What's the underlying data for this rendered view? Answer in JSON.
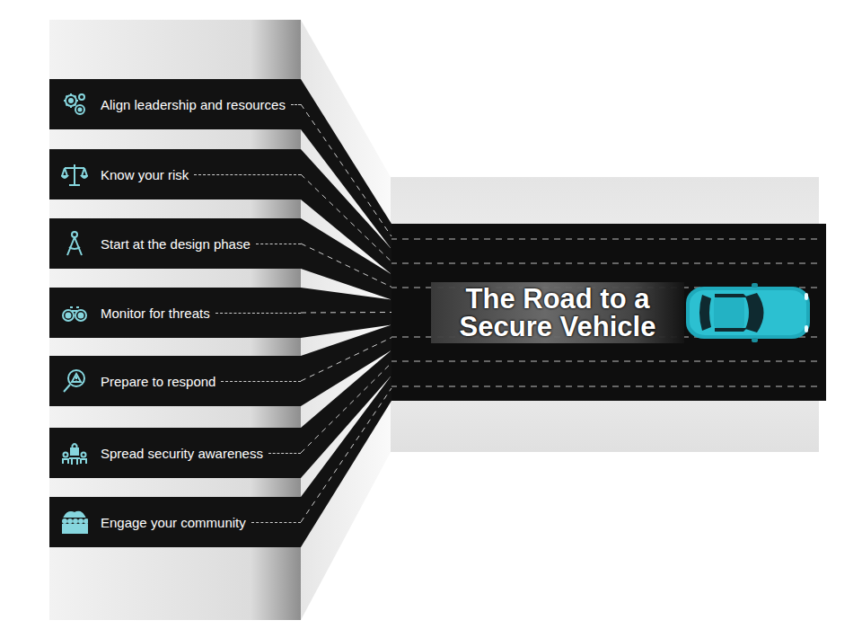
{
  "diagram": {
    "nodes": [
      {
        "text": [
          "Align leadership and resources"
        ]
      },
      {
        "text": [
          "Know your risk"
        ]
      },
      {
        "text": [
          "Start at the design phase"
        ]
      },
      {
        "text": [
          "Monitor for threats"
        ]
      },
      {
        "text": [
          "Prepare to respond"
        ]
      },
      {
        "text": [
          "Spread security awareness"
        ]
      },
      {
        "text": [
          "Engage your community"
        ]
      },
      {
        "text": [
          "The Road to a Secure Vehicle"
        ]
      }
    ],
    "edges": [
      {
        "from": 0,
        "to": 7,
        "arrow": "none"
      },
      {
        "from": 1,
        "to": 7,
        "arrow": "none"
      },
      {
        "from": 2,
        "to": 7,
        "arrow": "none"
      },
      {
        "from": 3,
        "to": 7,
        "arrow": "none"
      },
      {
        "from": 4,
        "to": 7,
        "arrow": "none"
      },
      {
        "from": 5,
        "to": 7,
        "arrow": "none"
      },
      {
        "from": 6,
        "to": 7,
        "arrow": "none"
      }
    ]
  }
}
